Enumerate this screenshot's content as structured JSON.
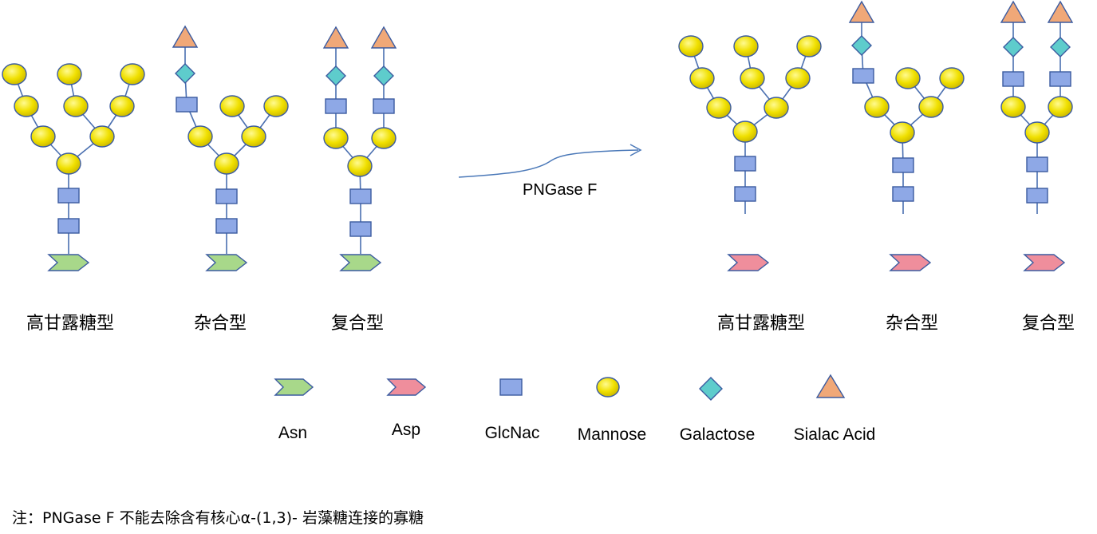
{
  "labels": {
    "before": [
      "高甘露糖型",
      "杂合型",
      "复合型"
    ],
    "after": [
      "高甘露糖型",
      "杂合型",
      "复合型"
    ]
  },
  "arrow_label": "PNGase F",
  "legend": [
    "Asn",
    "Asp",
    "GlcNac",
    "Mannose",
    "Galactose",
    "Sialac Acid"
  ],
  "note": "注：PNGase F 不能去除含有核心α-(1,3)- 岩藻糖连接的寡糖",
  "colors": {
    "mannose": "#f0e000",
    "glcnac": "#8ea8e6",
    "galactose": "#5ecccc",
    "sialic": "#f0a878",
    "asn": "#a8d88a",
    "asp": "#ef8e9c",
    "stroke": "#3b5ba0",
    "link": "#4a6fb0"
  }
}
